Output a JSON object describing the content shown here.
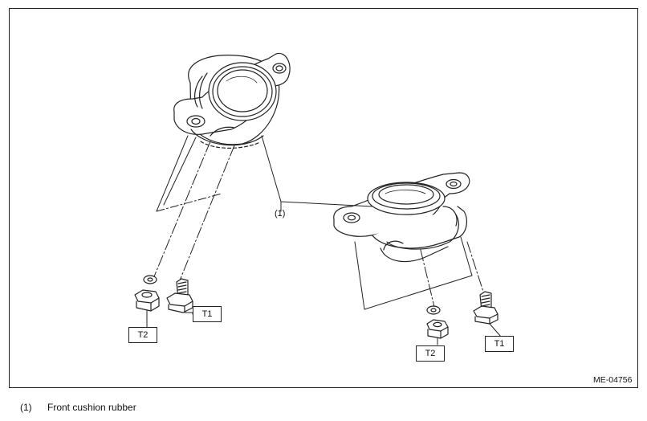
{
  "figure": {
    "callout_label": "(1)",
    "torque_labels": [
      "T1",
      "T2",
      "T2",
      "T1"
    ],
    "figure_code": "ME-04756"
  },
  "legend": {
    "items": [
      {
        "number": "(1)",
        "text": "Front cushion rubber"
      }
    ]
  },
  "icons": [
    "front-cushion-rubber-left",
    "front-cushion-rubber-right",
    "bolt",
    "nut",
    "washer"
  ]
}
